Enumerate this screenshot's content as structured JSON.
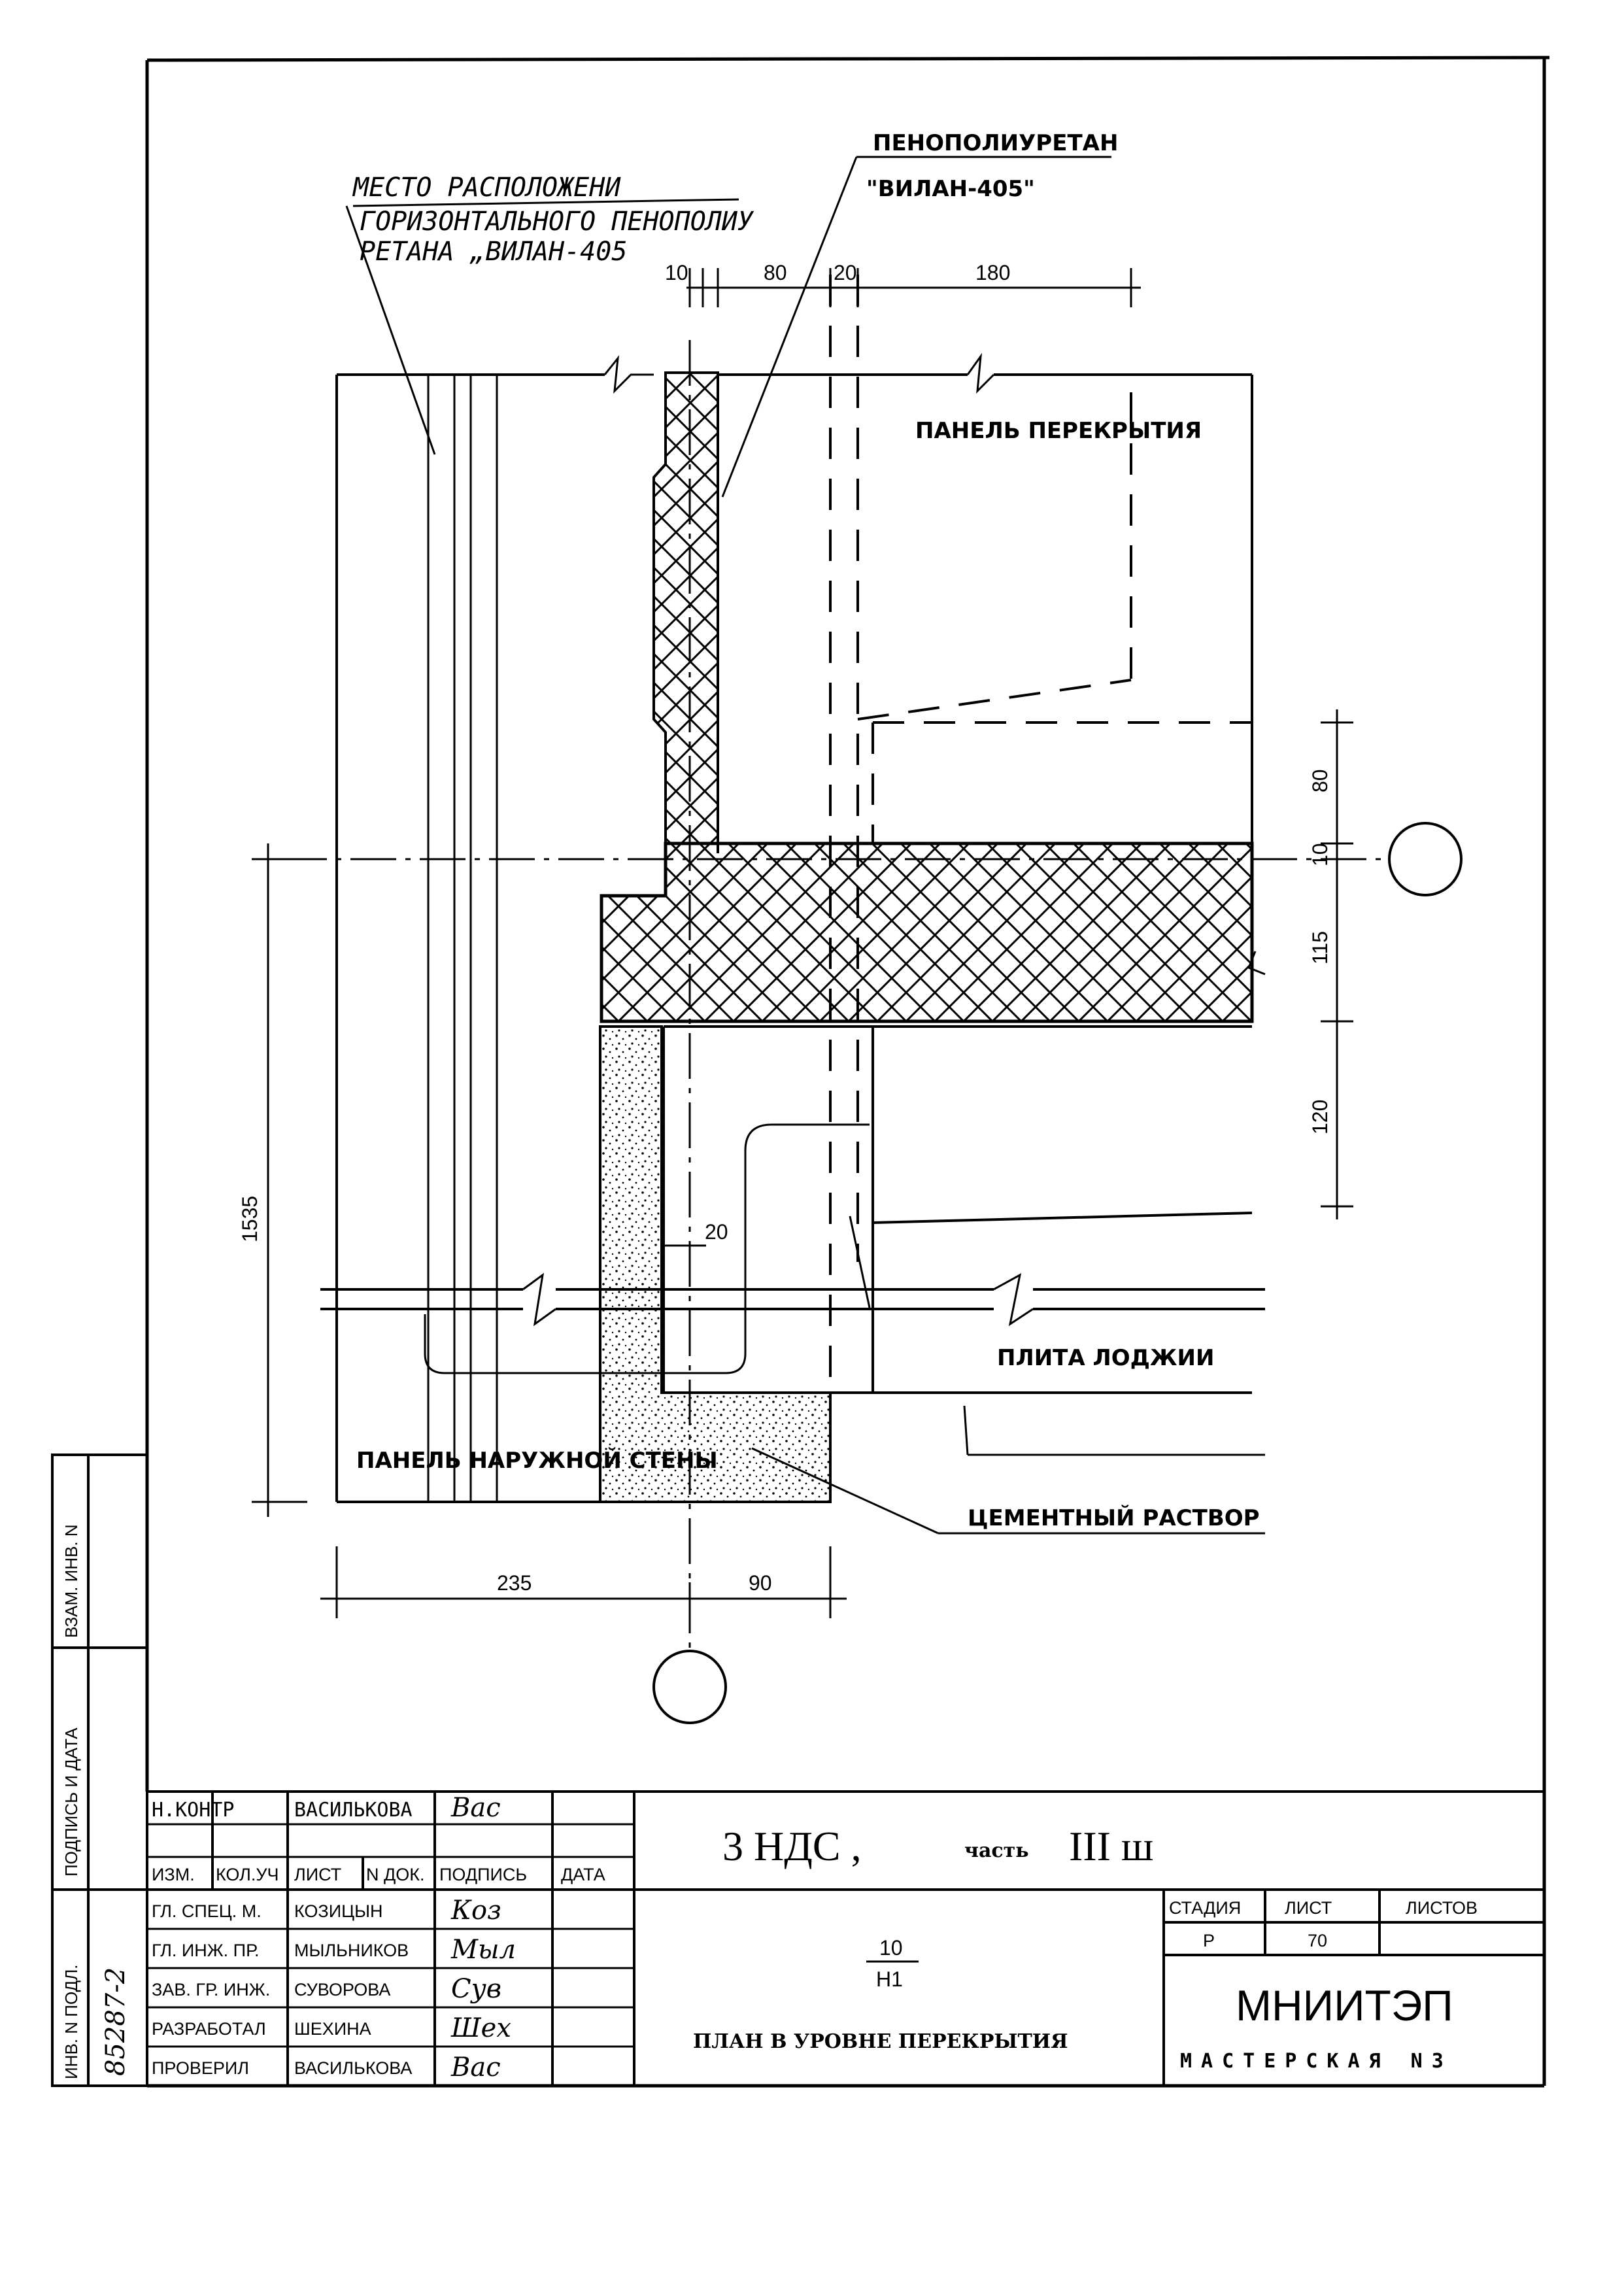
{
  "labels": {
    "foam_place_1": "МЕСТО РАСПОЛОЖЕНИ",
    "foam_place_2": "ГОРИЗОНТАЛЬНОГО ПЕНОПОЛИУ",
    "foam_place_3": "РЕТАНА „ВИЛАН-405",
    "foam_name_1": "ПЕНОПОЛИУРЕТАН",
    "foam_name_2": "\"ВИЛАН-405\"",
    "floor_panel": "ПАНЕЛЬ ПЕРЕКРЫТИЯ",
    "loggia_slab": "ПЛИТА ЛОДЖИИ",
    "outer_wall": "ПАНЕЛЬ НАРУЖНОЙ СТЕНЫ",
    "cement": "ЦЕМЕНТНЫЙ РАСТВОР"
  },
  "dimensions": {
    "top_10": "10",
    "top_80": "80",
    "top_20": "20",
    "top_180": "180",
    "right_80": "80",
    "right_10": "10",
    "right_115": "115",
    "right_120": "120",
    "left_1535": "1535",
    "mid_20": "20",
    "bottom_235": "235",
    "bottom_90": "90"
  },
  "side_stamp": {
    "inv_podl": "ИНВ. N ПОДЛ.",
    "podpis_data": "ПОДПИСЬ И ДАТА",
    "vzam_inv": "ВЗАМ. ИНВ. N",
    "inv_number": "85287-2"
  },
  "title_block": {
    "n_kontr_role": "Н.КОНТР",
    "n_kontr_name": "ВАСИЛЬКОВА",
    "n_kontr_sig": "Вас",
    "headers": {
      "izm": "ИЗМ.",
      "kol_uch": "КОЛ.УЧ",
      "list": "ЛИСТ",
      "n_dok": "N ДОК.",
      "podpis": "ПОДПИСЬ",
      "data": "ДАТА"
    },
    "staff": [
      {
        "role": "ГЛ. СПЕЦ. М.",
        "name": "КОЗИЦЫН",
        "sig": "Коз"
      },
      {
        "role": "ГЛ. ИНЖ. ПР.",
        "name": "МЫЛЬНИКОВ",
        "sig": "Мыл"
      },
      {
        "role": "ЗАВ. ГР. ИНЖ.",
        "name": "СУВОРОВА",
        "sig": "Сув"
      },
      {
        "role": "РАЗРАБОТАЛ",
        "name": "ШЕХИНА",
        "sig": "Шех"
      },
      {
        "role": "ПРОВЕРИЛ",
        "name": "ВАСИЛЬКОВА",
        "sig": "Вас"
      }
    ],
    "project_main": "3 НДС ,",
    "project_part": "часть",
    "project_part_num": "III ш",
    "fraction_top": "10",
    "fraction_bottom": "Н1",
    "sheet_title": "ПЛАН В УРОВНЕ ПЕРЕКРЫТИЯ",
    "stadiya_label": "СТАДИЯ",
    "list_label": "ЛИСТ",
    "listov_label": "ЛИСТОВ",
    "stadiya_value": "Р",
    "list_value": "70",
    "listov_value": "",
    "org": "МНИИТЭП",
    "workshop": "МАСТЕРСКАЯ N3"
  }
}
